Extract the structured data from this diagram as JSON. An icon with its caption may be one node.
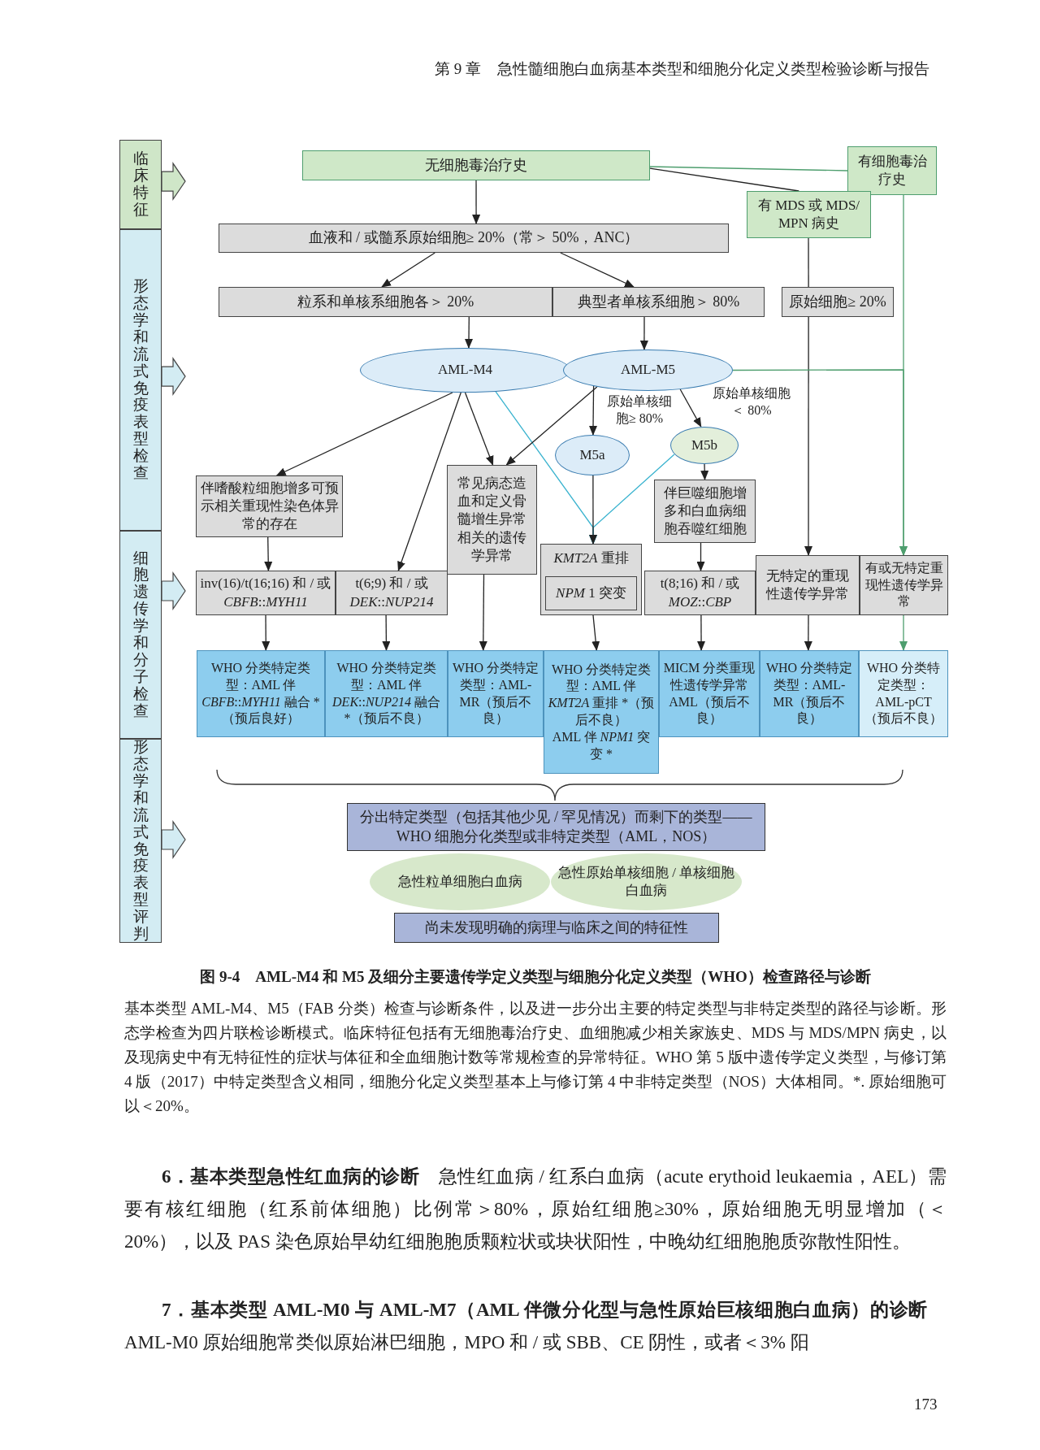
{
  "diagram": {
    "caption": "图 9-4　AML-M4 和 M5 及细分主要遗传学定义类型与细胞分化定义类型（WHO）检查路径与诊断",
    "nodes": [
      {
        "text": [
          "临床特征"
        ]
      },
      {
        "text": [
          "形态学和流式免疫表型检查"
        ]
      },
      {
        "text": [
          "细胞遗传学和分子检查"
        ]
      },
      {
        "text": [
          "形态学和流式免疫表型评判"
        ]
      },
      {
        "text": [
          "无细胞毒治疗史"
        ]
      },
      {
        "text": [
          "有细胞毒治疗史"
        ]
      },
      {
        "text": [
          "有 MDS 或 MDS/ MPN 病史"
        ]
      },
      {
        "text": [
          "血液和 / 或髓系原始细胞≥ 20%（常＞ 50%，ANC）"
        ]
      },
      {
        "text": [
          "粒系和单核系细胞各＞ 20%"
        ]
      },
      {
        "text": [
          "典型者单核系细胞＞ 80%"
        ]
      },
      {
        "text": [
          "原始细胞≥ 20%"
        ]
      },
      {
        "text": [
          "AML-M4"
        ]
      },
      {
        "text": [
          "AML-M5"
        ]
      },
      {
        "text": [
          "M5a"
        ]
      },
      {
        "text": [
          "M5b"
        ]
      },
      {
        "text": [
          "伴嗜酸粒细胞增多可预示相关重现性染色体异常的存在"
        ]
      },
      {
        "text": [
          "常见病态造血和定义骨髓增生异常相关的遗传学异常"
        ]
      },
      {
        "text": [
          "*KMT2A* 重排"
        ]
      },
      {
        "text": [
          "*NPM* 1 突变"
        ],
        "in": 17
      },
      {
        "text": [
          "伴巨噬细胞增多和白血病细胞吞噬红细胞"
        ]
      },
      {
        "text": [
          "inv(16)/t(16;16) 和 / 或 *CBFB*::*MYH11*"
        ]
      },
      {
        "text": [
          "t(6;9) 和 / 或 *DEK*::*NUP214*"
        ]
      },
      {
        "text": [
          "t(8;16) 和 / 或 *MOZ*::*CBP*"
        ]
      },
      {
        "text": [
          "无特定的重现性遗传学异常"
        ]
      },
      {
        "text": [
          "有或无特定重现性遗传学异常"
        ]
      },
      {
        "text": [
          "WHO 分类特定类型：AML 伴 *CBFB*::*MYH11* 融合 *（预后良好）"
        ]
      },
      {
        "text": [
          "WHO 分类特定类型：AML 伴 *DEK*::*NUP214* 融合 *（预后不良）"
        ]
      },
      {
        "text": [
          "WHO 分类特定类型：AML-MR（预后不良）"
        ]
      },
      {
        "text": [
          "WHO 分类特定类型：AML 伴 *KMT2A* 重排 *（预后不良）",
          "AML 伴 *NPM1* 突变 *"
        ]
      },
      {
        "text": [
          "MICM 分类重现性遗传学异常 AML（预后不良）"
        ]
      },
      {
        "text": [
          "WHO 分类特定类型：AML-MR（预后不良）"
        ]
      },
      {
        "text": [
          "WHO 分类特定类型：AML-pCT（预后不良）"
        ]
      },
      {
        "text": [
          "分出特定类型（包括其他少见 / 罕见情况）而剩下的类型——WHO 细胞分化类型或非特定类型（AML，NOS）"
        ]
      },
      {
        "text": [
          "急性粒单细胞白血病"
        ]
      },
      {
        "text": [
          "急性原始单核细胞 / 单核细胞白血病"
        ]
      },
      {
        "text": [
          "尚未发现明确的病理与临床之间的特征性"
        ]
      }
    ],
    "edges": [
      {
        "from": 4,
        "to": 7,
        "arrow": "to"
      },
      {
        "from": 4,
        "to": 6,
        "arrow": "none"
      },
      {
        "from": 4,
        "to": 5,
        "arrow": "none",
        "color": "#4e9e6e"
      },
      {
        "from": 7,
        "to": 8,
        "arrow": "to"
      },
      {
        "from": 7,
        "to": 9,
        "arrow": "to"
      },
      {
        "from": 6,
        "to": 10,
        "arrow": "none"
      },
      {
        "from": 10,
        "to": 23,
        "arrow": "to"
      },
      {
        "from": 5,
        "to": 24,
        "arrow": "to",
        "color": "#4e9e6e"
      },
      {
        "from": 12,
        "to": 24,
        "arrow": "to",
        "color": "#4e9e6e"
      },
      {
        "from": 8,
        "to": 11,
        "arrow": "to"
      },
      {
        "from": 9,
        "to": 12,
        "arrow": "to"
      },
      {
        "from": 11,
        "to": 15,
        "arrow": "to"
      },
      {
        "from": 11,
        "to": 21,
        "arrow": "to"
      },
      {
        "from": 11,
        "to": 16,
        "arrow": "to"
      },
      {
        "from": 11,
        "to": 17,
        "arrow": "to",
        "color": "#3ab3cf"
      },
      {
        "from": 12,
        "to": 16,
        "arrow": "to"
      },
      {
        "from": 12,
        "to": 13,
        "arrow": "to",
        "label": "原始单核细胞≥ 80%"
      },
      {
        "from": 12,
        "to": 14,
        "arrow": "to",
        "label": "原始单核细胞＜ 80%"
      },
      {
        "from": 14,
        "to": 17,
        "arrow": "to",
        "color": "#3ab3cf"
      },
      {
        "from": 13,
        "to": 17,
        "arrow": "to"
      },
      {
        "from": 14,
        "to": 19,
        "arrow": "to"
      },
      {
        "from": 15,
        "to": 20,
        "arrow": "to"
      },
      {
        "from": 19,
        "to": 22,
        "arrow": "to"
      },
      {
        "from": 20,
        "to": 25,
        "arrow": "to"
      },
      {
        "from": 21,
        "to": 26,
        "arrow": "to"
      },
      {
        "from": 16,
        "to": 27,
        "arrow": "to"
      },
      {
        "from": 17,
        "to": 28,
        "arrow": "to"
      },
      {
        "from": 22,
        "to": 29,
        "arrow": "to"
      },
      {
        "from": 23,
        "to": 30,
        "arrow": "to"
      },
      {
        "from": 24,
        "to": 31,
        "arrow": "to",
        "color": "#4e9e6e"
      },
      {
        "from": 0,
        "to": null,
        "arrow": "to",
        "style": "thick"
      },
      {
        "from": 1,
        "to": null,
        "arrow": "to",
        "style": "thick"
      },
      {
        "from": 2,
        "to": null,
        "arrow": "to",
        "style": "thick"
      },
      {
        "from": 3,
        "to": null,
        "arrow": "to",
        "style": "thick"
      }
    ],
    "labels": [
      "第 9 章",
      "急性髓细胞白血病基本类型和细胞分化定义类型检验诊断与报告",
      "基本类型 AML-M4、M5（FAB 分类）检查与诊断条件，以及进一步分出主要的特定类型与非特定类型的路径与诊断。形态学检查为四片联检诊断模式。临床特征包括有无细胞毒治疗史、血细胞减少相关家族史、MDS 与 MDS/MPN 病史，以及现病史中有无特征性的症状与体征和全血细胞计数等常规检查的异常特征。WHO 第 5 版中遗传学定义类型，与修订第 4 版（2017）中特定类型含义相同，细胞分化定义类型基本上与修订第 4 中非特定类型（NOS）大体相同。*. 原始细胞可以＜20%。",
      "**6．基本类型急性红血病的诊断**　急性红血病 / 红系白血病（acute erythoid leukaemia，AEL）需要有核红细胞（红系前体细胞）比例常＞80%，原始红细胞≥30%，原始细胞无明显增加（＜20%），以及 PAS 染色原始早幼红细胞胞质颗粒状或块状阳性，中晚幼红细胞胞质弥散性阳性。",
      "**7．基本类型 AML-M0 与 AML-M7（AML 伴微分化型与急性原始巨核细胞白血病）的诊断**　AML-M0 原始细胞常类似原始淋巴细胞，MPO 和 / 或 SBB、CE 阴性，或者＜3% 阳",
      "173"
    ]
  }
}
